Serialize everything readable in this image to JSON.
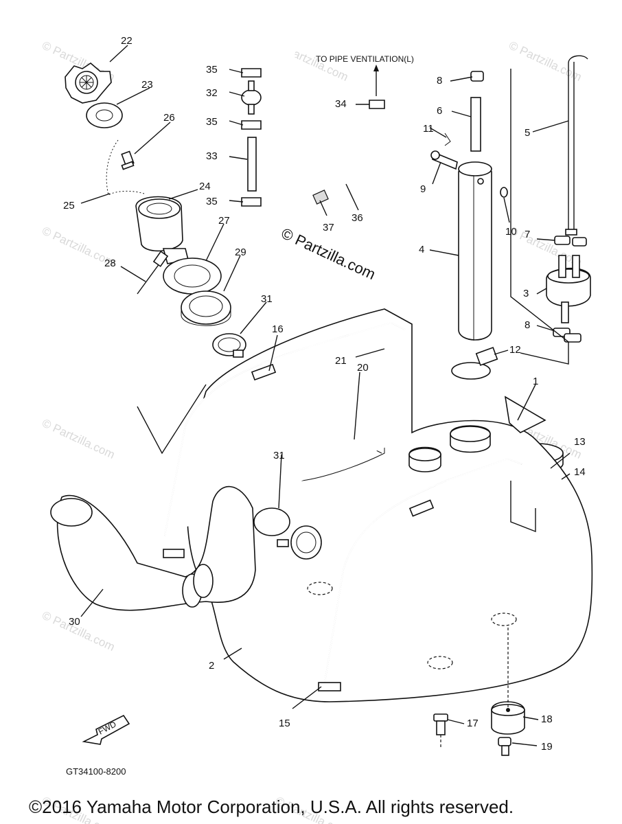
{
  "diagram_code": "GT34100-8200",
  "copyright": "©2016 Yamaha Motor Corporation, U.S.A. All rights reserved.",
  "brand": "© Partzilla.com",
  "watermark": "© Partzilla.com",
  "annotation_pipe": "TO PIPE VENTILATION(L)",
  "fwd_label": "FWD",
  "callouts": [
    "1",
    "2",
    "3",
    "4",
    "5",
    "6",
    "7",
    "8",
    "8",
    "9",
    "10",
    "11",
    "12",
    "13",
    "14",
    "15",
    "16",
    "17",
    "18",
    "19",
    "20",
    "21",
    "22",
    "23",
    "24",
    "25",
    "26",
    "27",
    "28",
    "29",
    "30",
    "31",
    "31",
    "32",
    "33",
    "34",
    "35",
    "35",
    "35",
    "36",
    "37"
  ]
}
